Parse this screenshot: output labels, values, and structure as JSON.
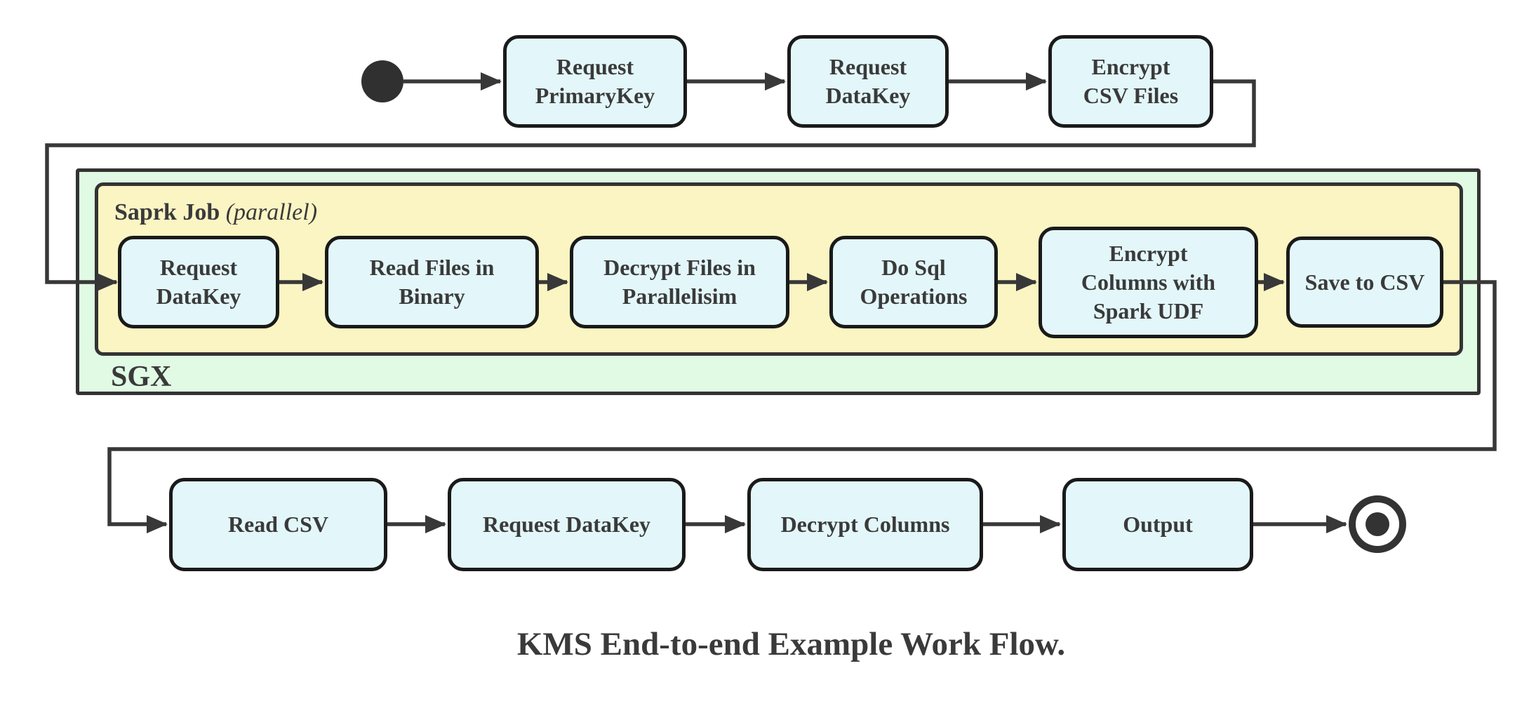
{
  "diagram": {
    "caption": "KMS End-to-end Example Work Flow.",
    "spark_job": {
      "title": "Saprk Job",
      "annotation": "(parallel)"
    },
    "sgx": {
      "title": "SGX"
    },
    "top_row": [
      {
        "label": "Request\nPrimaryKey"
      },
      {
        "label": "Request\nDataKey"
      },
      {
        "label": "Encrypt\nCSV Files"
      }
    ],
    "spark_row": [
      {
        "label": "Request\nDataKey"
      },
      {
        "label": "Read Files in\nBinary"
      },
      {
        "label": "Decrypt Files in\nParallelisim"
      },
      {
        "label": "Do Sql\nOperations"
      },
      {
        "label": "Encrypt\nColumns with\nSpark UDF"
      },
      {
        "label": "Save to CSV"
      }
    ],
    "bottom_row": [
      {
        "label": "Read CSV"
      },
      {
        "label": "Request DataKey"
      },
      {
        "label": "Decrypt Columns"
      },
      {
        "label": "Output"
      }
    ],
    "icons": {
      "initial_state": "filled-circle",
      "final_state": "ring-with-dot"
    }
  },
  "colors": {
    "node_fill": "#e3f7fa",
    "node_border": "#1a1a1a",
    "spark_fill": "#fbf5c3",
    "sgx_fill": "#e0fae4",
    "container_border": "#333333",
    "line": "#383838",
    "text": "#3a3a3a"
  }
}
